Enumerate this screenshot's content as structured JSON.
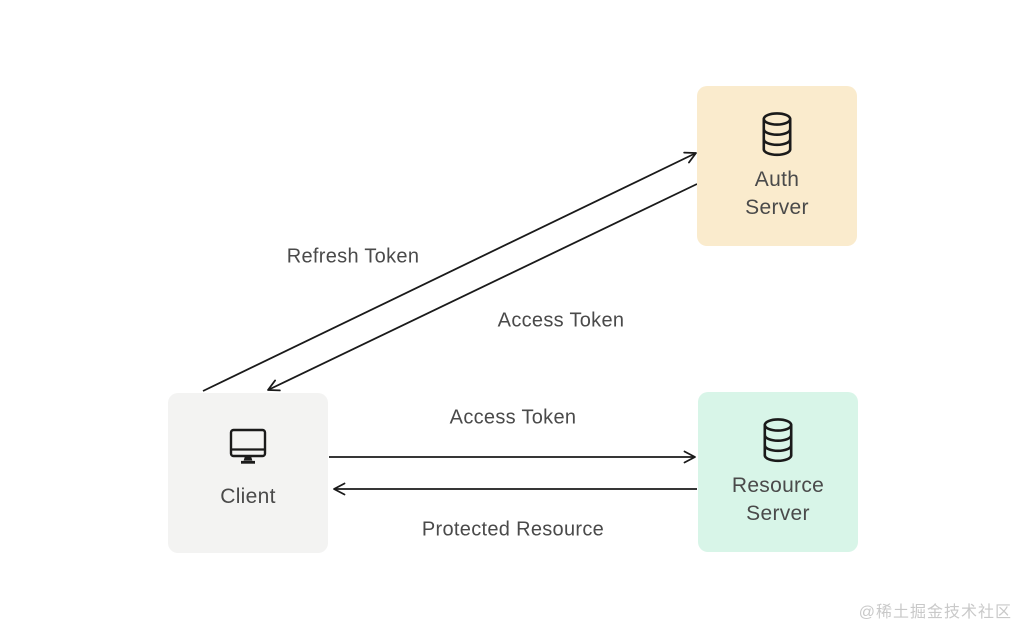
{
  "diagram": {
    "type": "flow-diagram",
    "topic": "OAuth token flow",
    "nodes": {
      "auth_server": {
        "label": "Auth Server",
        "label_lines": [
          "Auth",
          "Server"
        ],
        "icon": "database",
        "bg_color": "#FAEBCD"
      },
      "resource_server": {
        "label": "Resource Server",
        "label_lines": [
          "Resource",
          "Server"
        ],
        "icon": "database",
        "bg_color": "#D8F5E8"
      },
      "client": {
        "label": "Client",
        "icon": "monitor",
        "bg_color": "#F3F3F2"
      }
    },
    "edges": [
      {
        "label": "Refresh Token",
        "from": "client",
        "to": "auth_server",
        "direction": "up-right"
      },
      {
        "label": "Access Token",
        "from": "auth_server",
        "to": "client",
        "direction": "down-left"
      },
      {
        "label": "Access Token",
        "from": "client",
        "to": "resource_server",
        "direction": "right"
      },
      {
        "label": "Protected Resource",
        "from": "resource_server",
        "to": "client",
        "direction": "left"
      }
    ],
    "colors": {
      "background": "#FFFFFF",
      "line": "#1A1A1A",
      "label_text": "#4A4A4A",
      "auth_server_bg": "#FAEBCD",
      "resource_server_bg": "#D8F5E8",
      "client_bg": "#F3F3F2",
      "watermark_text": "#C9C9C9"
    }
  },
  "watermark": {
    "text": "@稀土掘金技术社区"
  }
}
